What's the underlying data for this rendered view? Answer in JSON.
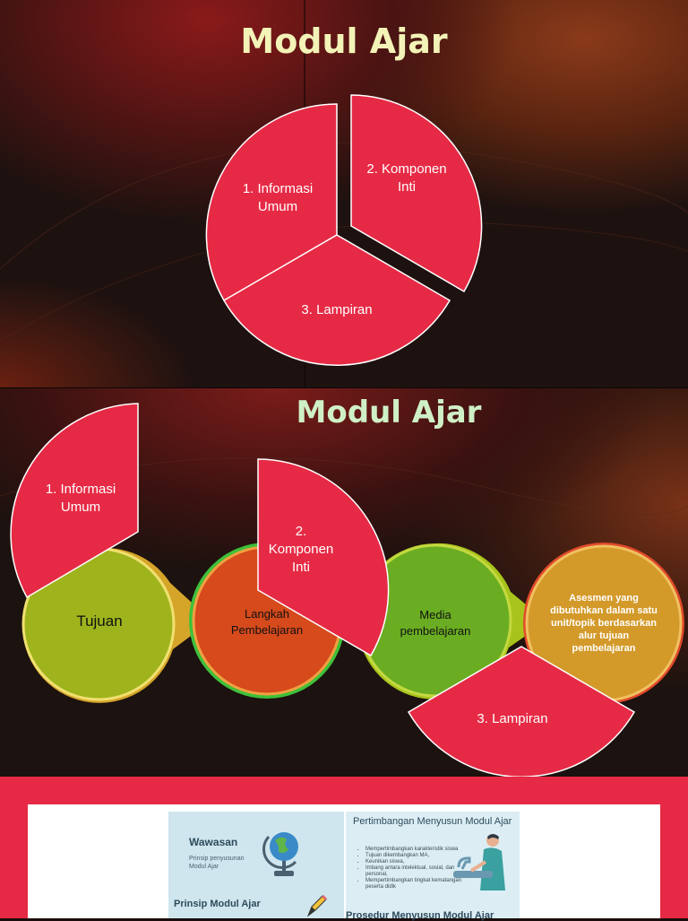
{
  "slide1": {
    "title": "Modul Ajar",
    "segments": [
      {
        "label": "1. Informasi Umum"
      },
      {
        "label": "2. Komponen Inti"
      },
      {
        "label": "3. Lampiran"
      }
    ]
  },
  "slide2": {
    "title": "Modul Ajar",
    "segments": [
      {
        "label": "1. Informasi Umum"
      },
      {
        "label": "2. Komponen Inti"
      },
      {
        "label": "3. Lampiran"
      }
    ],
    "steps": [
      {
        "label": "Tujuan"
      },
      {
        "label": "Langkah Pembelajaran"
      },
      {
        "label": "Media pembelajaran"
      },
      {
        "label": "Asesmen yang dibutuhkan dalam satu unit/topik berdasarkan alur tujuan pembelajaran"
      }
    ]
  },
  "slide3": {
    "infographic": {
      "wawasan_title": "Wawasan",
      "wawasan_sub": "Prinsip penyusunan Modul Ajar",
      "prinsip_title": "Prinsip Modul Ajar",
      "pertimbangan_title": "Pertimbangan Menyusun Modul Ajar",
      "pertimbangan_items": [
        "Mempertimbangkan karakteristik siswa",
        "Tujuan dikembangkan MA,",
        "Keunikan siswa,",
        "Imbang antara intelektual, sosial, dan personal,",
        "Mempertimbangkan tingkat kematangan peserta didik"
      ],
      "prosedur_title": "Prosedur Menyusun Modul Ajar"
    }
  },
  "colors": {
    "segment": "#e62a45",
    "title1": "#f3f3b8",
    "title2": "#cff0c6",
    "tujuan": "#9fb41c",
    "langkah": "#d64a1c",
    "media": "#6aad22",
    "asesmen": "#d39a2a"
  }
}
